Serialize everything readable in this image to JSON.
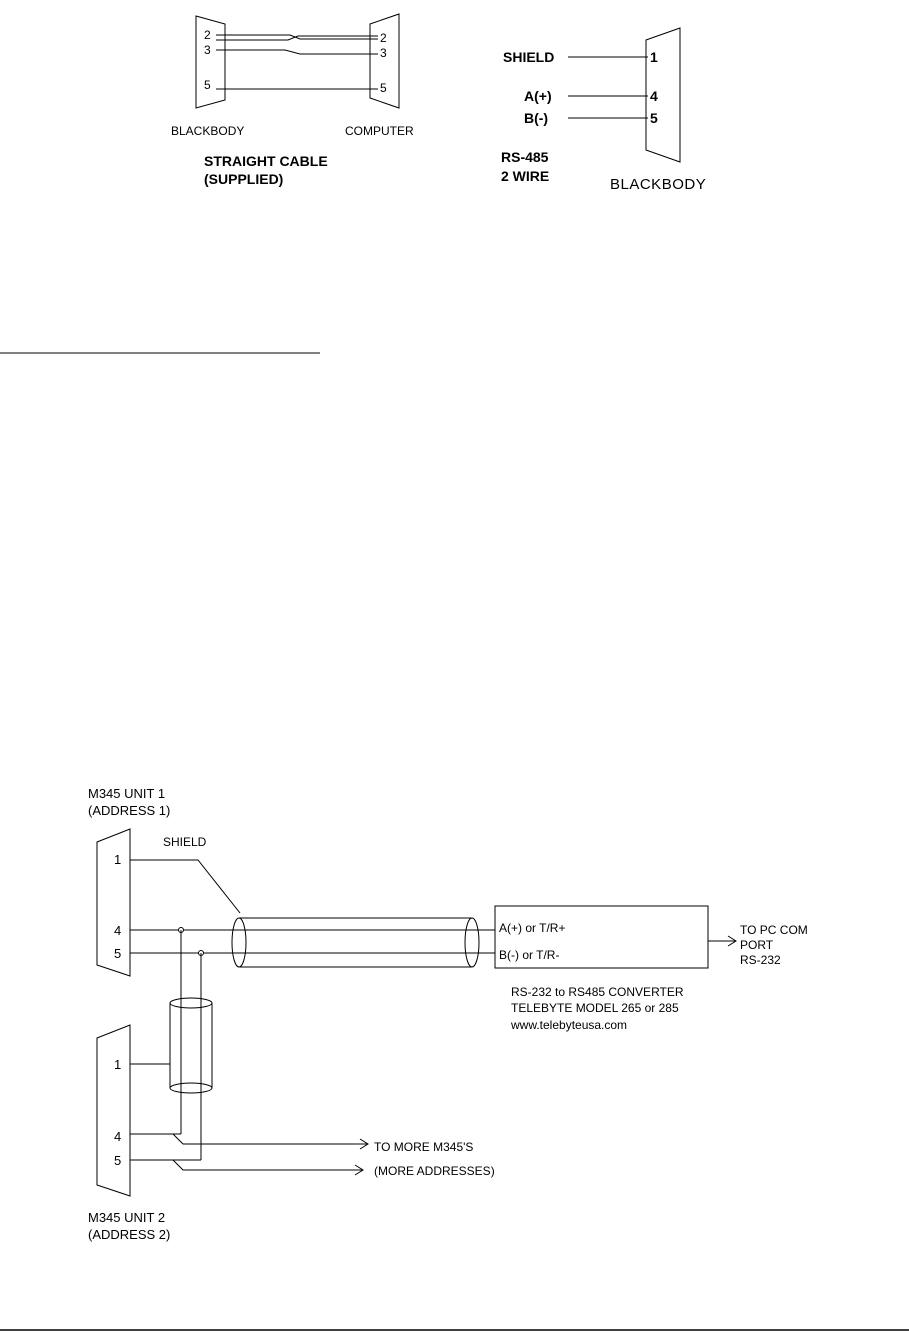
{
  "top_left": {
    "left_pins": [
      "2",
      "3",
      "5"
    ],
    "right_pins": [
      "2",
      "3",
      "5"
    ],
    "left_label": "BLACKBODY",
    "right_label": "COMPUTER",
    "caption_line1": "STRAIGHT CABLE",
    "caption_line2": "(SUPPLIED)"
  },
  "top_right": {
    "wire1": "SHIELD",
    "wire2": "A(+)",
    "wire3": "B(-)",
    "pin1": "1",
    "pin2": "4",
    "pin3": "5",
    "note_line1": "RS-485",
    "note_line2": "2 WIRE",
    "connector_label": "BLACKBODY"
  },
  "bottom": {
    "unit1_line1": "M345 UNIT 1",
    "unit1_line2": "(ADDRESS 1)",
    "unit1_pins": [
      "1",
      "4",
      "5"
    ],
    "shield_label": "SHIELD",
    "conv_line1": "A(+)   or T/R+",
    "conv_line2": "B(-)   or T/R-",
    "pc_line1": "TO PC COM",
    "pc_line2": "PORT",
    "pc_line3": "RS-232",
    "conv_caption1": "RS-232 to RS485 CONVERTER",
    "conv_caption2": "TELEBYTE MODEL  265 or 285",
    "conv_caption3": "www.telebyteusa.com",
    "unit2_pins": [
      "1",
      "4",
      "5"
    ],
    "more_line1": "TO MORE M345'S",
    "more_line2": "(MORE ADDRESSES)",
    "unit2_line1": "M345 UNIT 2",
    "unit2_line2": "(ADDRESS 2)"
  }
}
